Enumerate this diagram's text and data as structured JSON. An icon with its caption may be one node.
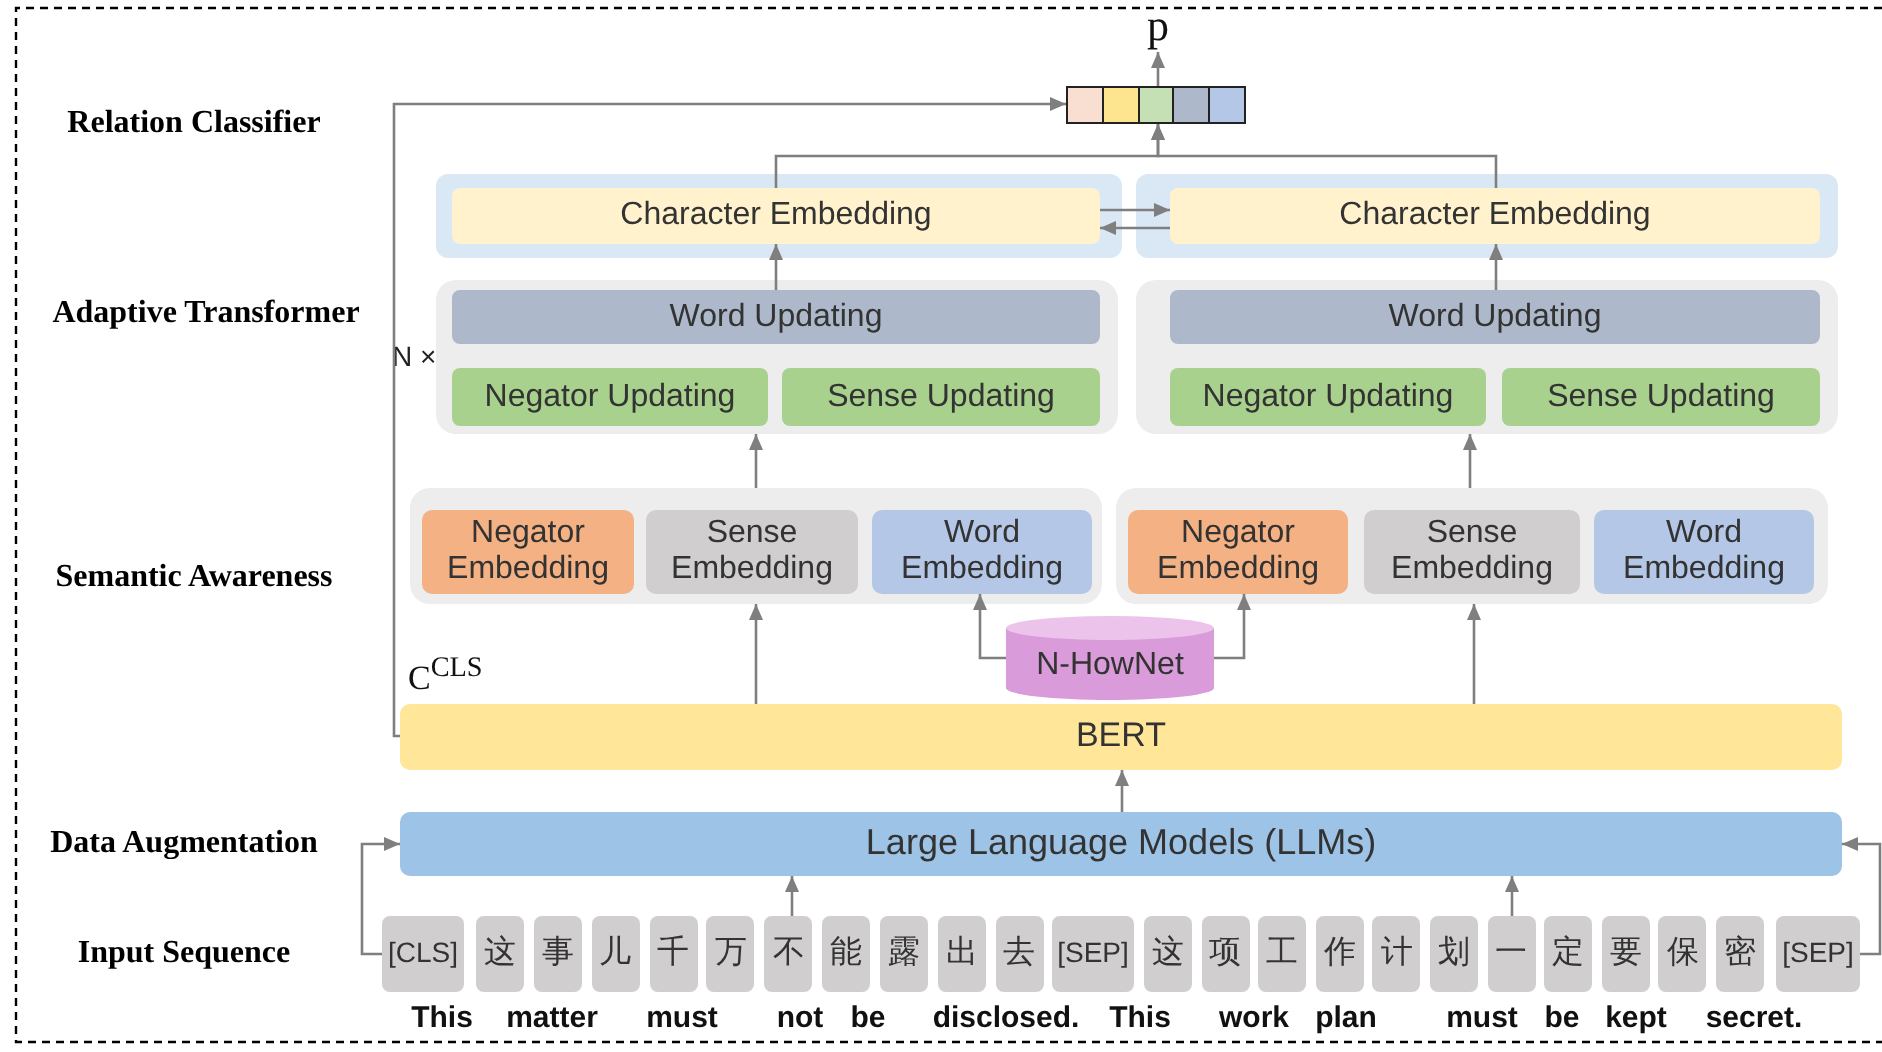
{
  "diagram": {
    "nodes": [
      {
        "text": [],
        "shape": "bar"
      },
      {
        "text": [
          "p"
        ]
      },
      {
        "text": [],
        "shape": "box"
      },
      {
        "text": [
          "Character Embedding"
        ],
        "in": 2
      },
      {
        "text": [],
        "shape": "box"
      },
      {
        "text": [
          "Character Embedding"
        ],
        "in": 4
      },
      {
        "text": [],
        "shape": "box",
        "beside": [
          "N ×"
        ]
      },
      {
        "text": [
          "Word Updating"
        ],
        "in": 6
      },
      {
        "text": [
          "Negator Updating"
        ],
        "in": 6
      },
      {
        "text": [
          "Sense Updating"
        ],
        "in": 6
      },
      {
        "text": [],
        "shape": "box"
      },
      {
        "text": [
          "Word Updating"
        ],
        "in": 10
      },
      {
        "text": [
          "Negator Updating"
        ],
        "in": 10
      },
      {
        "text": [
          "Sense Updating"
        ],
        "in": 10
      },
      {
        "text": [],
        "shape": "box"
      },
      {
        "text": [
          "Negator Embedding"
        ],
        "in": 14
      },
      {
        "text": [
          "Sense Embedding"
        ],
        "in": 14
      },
      {
        "text": [
          "Word Embedding"
        ],
        "in": 14
      },
      {
        "text": [],
        "shape": "box"
      },
      {
        "text": [
          "Negator Embedding"
        ],
        "in": 18
      },
      {
        "text": [
          "Sense Embedding"
        ],
        "in": 18
      },
      {
        "text": [
          "Word Embedding"
        ],
        "in": 18
      },
      {
        "text": [
          "N-HowNet"
        ]
      },
      {
        "text": [
          "BERT"
        ]
      },
      {
        "text": [
          "Large Language Models (LLMs)"
        ]
      },
      {
        "text": [
          "[CLS]"
        ]
      },
      {
        "text": [
          "这"
        ]
      },
      {
        "text": [
          "事"
        ]
      },
      {
        "text": [
          "儿"
        ]
      },
      {
        "text": [
          "千"
        ]
      },
      {
        "text": [
          "万"
        ]
      },
      {
        "text": [
          "不"
        ]
      },
      {
        "text": [
          "能"
        ]
      },
      {
        "text": [
          "露"
        ]
      },
      {
        "text": [
          "出"
        ]
      },
      {
        "text": [
          "去"
        ]
      },
      {
        "text": [
          "[SEP]"
        ]
      },
      {
        "text": [
          "这"
        ]
      },
      {
        "text": [
          "项"
        ]
      },
      {
        "text": [
          "工"
        ]
      },
      {
        "text": [
          "作"
        ]
      },
      {
        "text": [
          "计"
        ]
      },
      {
        "text": [
          "划"
        ]
      },
      {
        "text": [
          "一"
        ]
      },
      {
        "text": [
          "定"
        ]
      },
      {
        "text": [
          "要"
        ]
      },
      {
        "text": [
          "保"
        ]
      },
      {
        "text": [
          "密"
        ]
      },
      {
        "text": [
          "[SEP]"
        ]
      }
    ],
    "edges": [
      {
        "from": 0,
        "to": 1,
        "arrow": "to"
      },
      {
        "from": 3,
        "to": 0,
        "arrow": "to"
      },
      {
        "from": 5,
        "to": 0,
        "arrow": "to"
      },
      {
        "from": 3,
        "to": 5,
        "arrow": "to"
      },
      {
        "from": 5,
        "to": 3,
        "arrow": "to"
      },
      {
        "from": 7,
        "to": 3,
        "arrow": "to"
      },
      {
        "from": 11,
        "to": 5,
        "arrow": "to"
      },
      {
        "from": 14,
        "to": 6,
        "arrow": "to"
      },
      {
        "from": 18,
        "to": 10,
        "arrow": "to"
      },
      {
        "from": 22,
        "to": 17,
        "arrow": "to"
      },
      {
        "from": 22,
        "to": 19,
        "arrow": "to"
      },
      {
        "from": 23,
        "to": 14,
        "arrow": "to"
      },
      {
        "from": 23,
        "to": 18,
        "arrow": "to"
      },
      {
        "from": 23,
        "to": 0,
        "arrow": "to",
        "label": "C$^{CLS}$"
      },
      {
        "from": 24,
        "to": 23,
        "arrow": "to"
      },
      {
        "from": 31,
        "to": 24,
        "arrow": "to"
      },
      {
        "from": 43,
        "to": 24,
        "arrow": "to"
      },
      {
        "from": 25,
        "to": 24,
        "arrow": "to"
      },
      {
        "from": 48,
        "to": 24,
        "arrow": "to"
      }
    ],
    "labels": [
      "Relation Classifier",
      "Adaptive Transformer",
      "Semantic Awareness",
      "Data Augmentation",
      "Input Sequence",
      "This",
      "matter",
      "must",
      "not",
      "be",
      "disclosed.",
      "This",
      "work",
      "plan",
      "must",
      "be",
      "kept",
      "secret."
    ]
  }
}
